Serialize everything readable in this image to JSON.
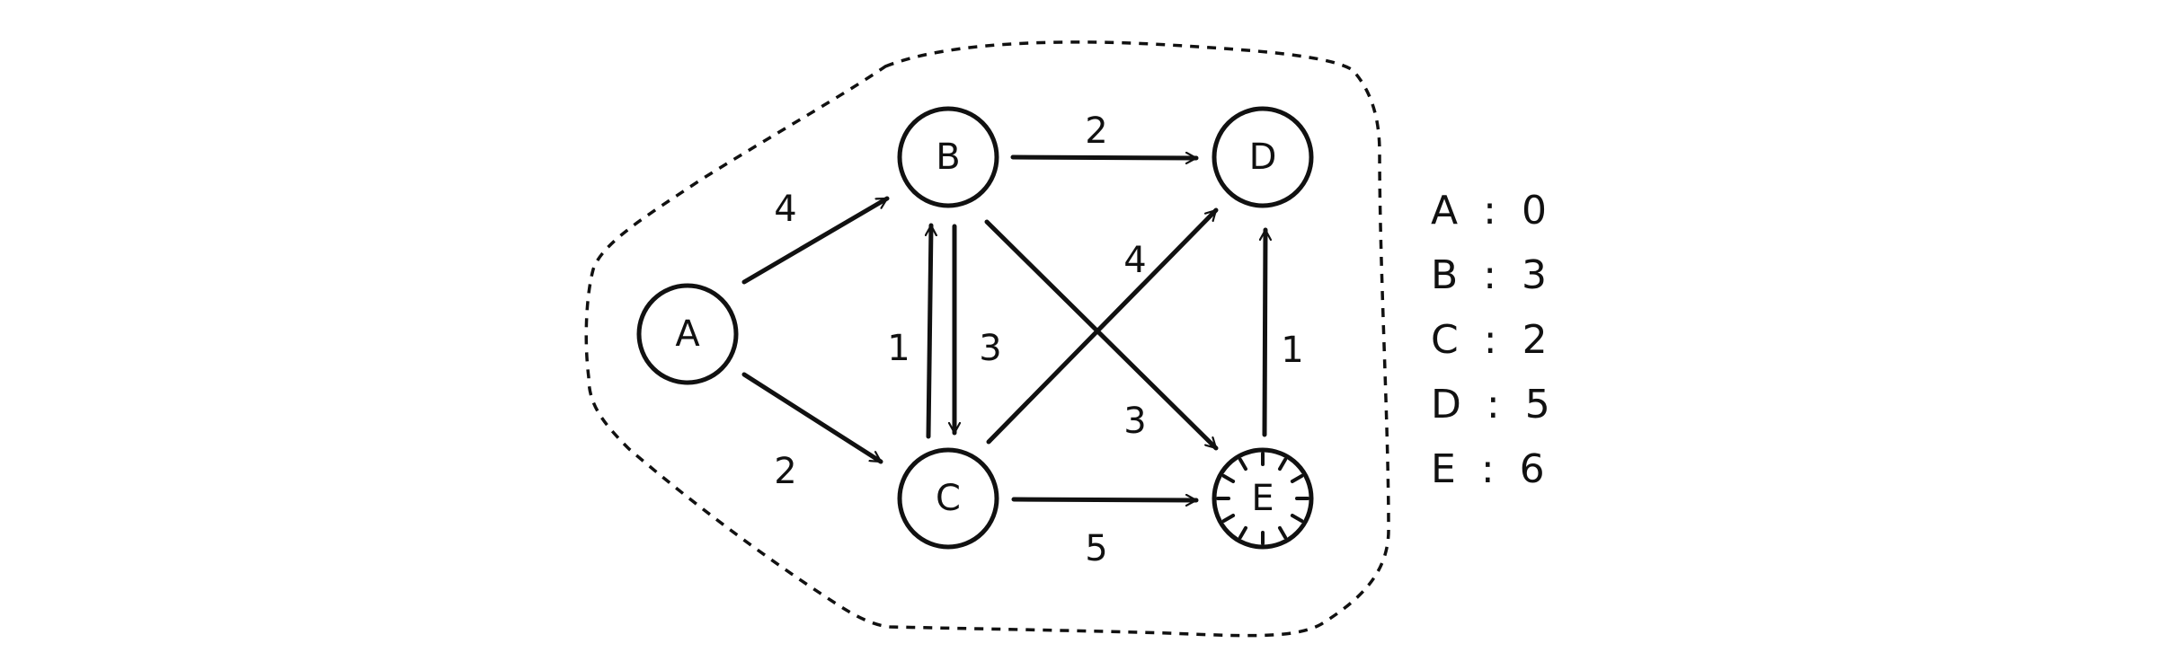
{
  "nodes": [
    {
      "id": "A",
      "label": "A"
    },
    {
      "id": "B",
      "label": "B"
    },
    {
      "id": "C",
      "label": "C"
    },
    {
      "id": "D",
      "label": "D"
    },
    {
      "id": "E",
      "label": "E",
      "highlighted": true
    }
  ],
  "edges": [
    {
      "from": "A",
      "to": "B",
      "weight": "4"
    },
    {
      "from": "A",
      "to": "C",
      "weight": "2"
    },
    {
      "from": "B",
      "to": "D",
      "weight": "2"
    },
    {
      "from": "C",
      "to": "B",
      "weight": "1"
    },
    {
      "from": "B",
      "to": "C",
      "weight": "3"
    },
    {
      "from": "C",
      "to": "D",
      "weight": "4"
    },
    {
      "from": "B",
      "to": "E",
      "weight": "3"
    },
    {
      "from": "C",
      "to": "E",
      "weight": "5"
    },
    {
      "from": "E",
      "to": "D",
      "weight": "1"
    }
  ],
  "distances": [
    {
      "node": "A",
      "sep": ":",
      "value": "0"
    },
    {
      "node": "B",
      "sep": ":",
      "value": "3"
    },
    {
      "node": "C",
      "sep": ":",
      "value": "2"
    },
    {
      "node": "D",
      "sep": ":",
      "value": "5"
    },
    {
      "node": "E",
      "sep": ":",
      "value": "6"
    }
  ],
  "colors": {
    "ink": "#111111",
    "background": "#ffffff"
  }
}
